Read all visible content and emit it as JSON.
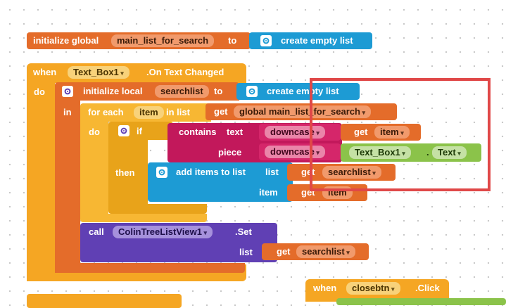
{
  "init_global": {
    "prefix": "initialize global",
    "name": "main_list_for_search",
    "to": "to",
    "create_empty_list": "create empty list"
  },
  "event": {
    "when": "when",
    "component": "Text_Box1",
    "event_name": ".On Text Changed",
    "do": "do"
  },
  "local": {
    "prefix": "initialize local",
    "name": "searchlist",
    "to": "to",
    "create_empty_list": "create empty list",
    "in": "in"
  },
  "foreach": {
    "prefix": "for each",
    "item": "item",
    "in_list": "in list",
    "get": "get",
    "list_var": "global main_list_for_search",
    "do": "do"
  },
  "if_block": {
    "if": "if",
    "then": "then"
  },
  "contains": {
    "label": "contains",
    "text": "text",
    "piece": "piece",
    "downcase": "downcase",
    "get": "get",
    "item": "item",
    "component": "Text_Box1",
    "dot": ".",
    "property": "Text"
  },
  "add_items": {
    "label": "add items to list",
    "list": "list",
    "item_label": "item",
    "get": "get",
    "list_var": "searchlist",
    "item_var": "item"
  },
  "call": {
    "call": "call",
    "component": "ColinTreeListView1",
    "method": ".Set",
    "list": "list",
    "get": "get",
    "var": "searchlist"
  },
  "close_event": {
    "when": "when",
    "component": "closebtn",
    "event_name": ".Click"
  },
  "colors": {
    "variables": "#e46c2a",
    "control": "#f5a623",
    "text": "#c2185b",
    "lists": "#1d9bd4",
    "component_call": "#6040b4",
    "component_getter": "#8bc34a",
    "highlight_box": "#e04848"
  }
}
